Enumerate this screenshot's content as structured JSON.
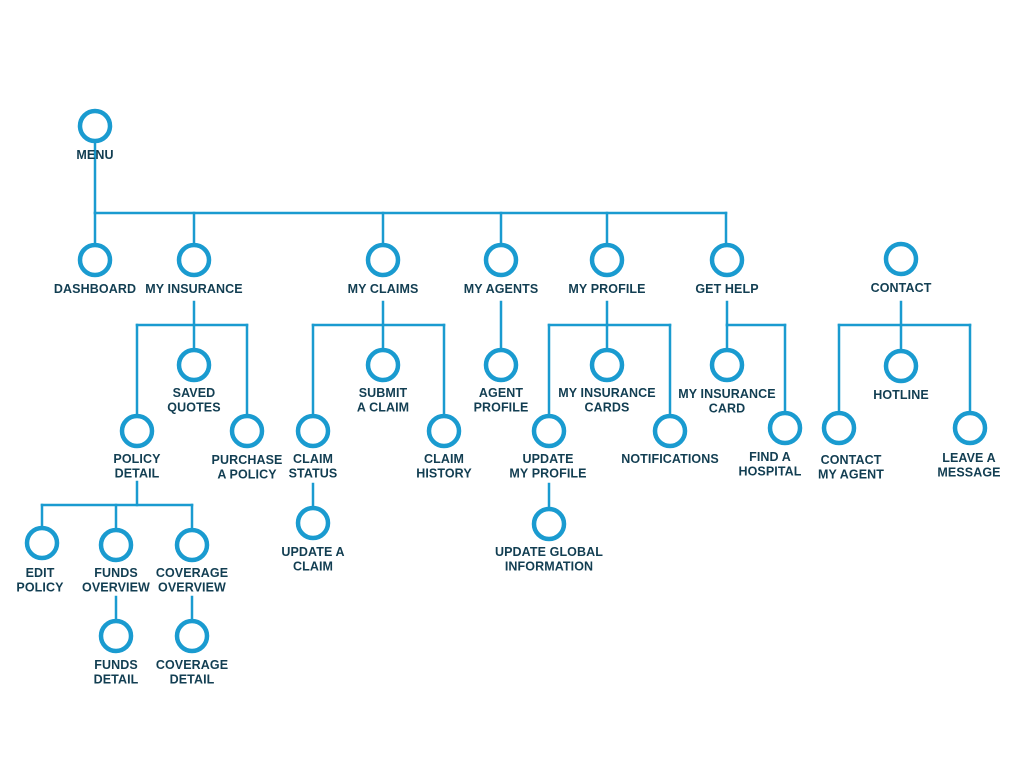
{
  "colors": {
    "line": "#1a9bd0",
    "ring": "#1a9bd0",
    "text": "#123e52"
  },
  "nodes": {
    "menu": [
      "MENU"
    ],
    "dashboard": [
      "DASHBOARD"
    ],
    "my_insurance": [
      "MY INSURANCE"
    ],
    "saved_quotes": [
      "SAVED",
      "QUOTES"
    ],
    "policy_detail": [
      "POLICY",
      "DETAIL"
    ],
    "purchase_policy": [
      "PURCHASE",
      "A POLICY"
    ],
    "edit_policy": [
      "EDIT",
      "POLICY"
    ],
    "funds_overview": [
      "FUNDS",
      "OVERVIEW"
    ],
    "coverage_overview": [
      "COVERAGE",
      "OVERVIEW"
    ],
    "funds_detail": [
      "FUNDS",
      "DETAIL"
    ],
    "coverage_detail": [
      "COVERAGE",
      "DETAIL"
    ],
    "my_claims": [
      "MY CLAIMS"
    ],
    "submit_claim": [
      "SUBMIT",
      "A CLAIM"
    ],
    "claim_status": [
      "CLAIM",
      "STATUS"
    ],
    "claim_history": [
      "CLAIM",
      "HISTORY"
    ],
    "update_claim": [
      "UPDATE A",
      "CLAIM"
    ],
    "my_agents": [
      "MY AGENTS"
    ],
    "agent_profile": [
      "AGENT",
      "PROFILE"
    ],
    "my_profile": [
      "MY PROFILE"
    ],
    "my_insurance_cards": [
      "MY INSURANCE",
      "CARDS"
    ],
    "update_my_profile": [
      "UPDATE",
      "MY PROFILE"
    ],
    "notifications": [
      "NOTIFICATIONS"
    ],
    "update_global_info": [
      "UPDATE GLOBAL",
      "INFORMATION"
    ],
    "get_help": [
      "GET HELP"
    ],
    "my_insurance_card": [
      "MY INSURANCE",
      "CARD"
    ],
    "find_hospital": [
      "FIND A",
      "HOSPITAL"
    ],
    "contact": [
      "CONTACT"
    ],
    "hotline": [
      "HOTLINE"
    ],
    "contact_my_agent": [
      "CONTACT",
      "MY AGENT"
    ],
    "leave_message": [
      "LEAVE A",
      "MESSAGE"
    ]
  }
}
